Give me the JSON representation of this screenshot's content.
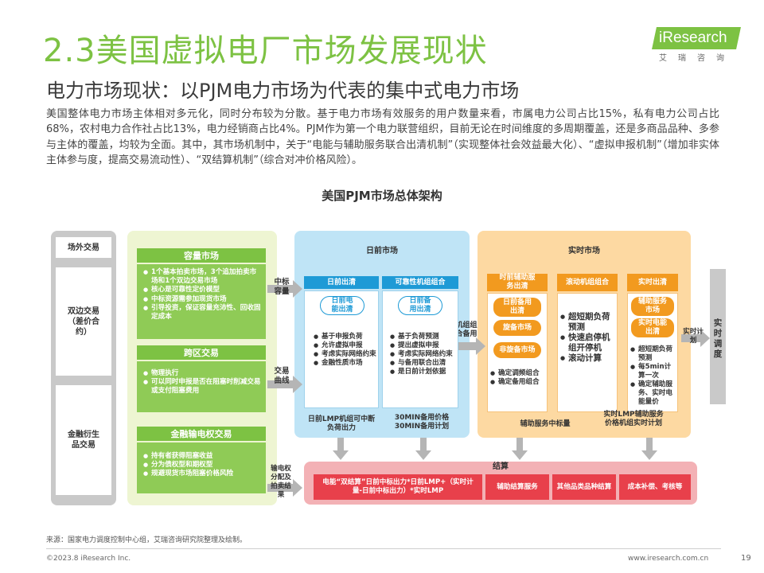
{
  "header": {
    "title": "2.3美国虚拟电厂市场发展现状",
    "subtitle": "电力市场现状：以PJM电力市场为代表的集中式电力市场",
    "intro": "美国整体电力市场主体相对多元化，同时分布较为分散。基于电力市场有效服务的用户数量来看，市属电力公司占比15%，私有电力公司占比68%，农村电力合作社占比13%，电力经销商占比4%。PJM作为第一个电力联营组织，目前无论在时间维度的多周期覆盖，还是多商品品种、多参与主体的覆盖，均较为全面。其中，其市场机制中，关于“电能与辅助服务联合出清机制”（实现整体社会效益最大化）、“虚拟申报机制”（增加非实体主体参与度，提高交易流动性）、“双结算机制”（综合对冲价格风险）。"
  },
  "logo": {
    "name": "iResearch",
    "sub": "艾瑞咨询"
  },
  "diagram": {
    "title": "美国PJM市场总体架构",
    "otc": {
      "header": "场外交易",
      "bilateral": "双边交易（差价合约）",
      "derivatives": "金融衍生品交易"
    },
    "capacity": {
      "header": "容量市场",
      "items": [
        "1个基本拍卖市场，3个追加拍卖市场和1个双边交易市场",
        "核心是可靠性定价模型",
        "中标资源需参加现货市场",
        "引导投资，保证容量充沛性、回收固定成本"
      ]
    },
    "cross_zone": {
      "header": "跨区交易",
      "items": [
        "物理执行",
        "可以同时申报是否在阻塞时削减交易或支付阻塞费用"
      ]
    },
    "ftr": {
      "header": "金融输电权交易",
      "items": [
        "持有者获得阻塞收益",
        "分为债权型和期权型",
        "规避现货市场阻塞价格风险"
      ]
    },
    "arrows": {
      "capacity": "中标容量",
      "curve": "交易曲线",
      "ftr": "输电权分配及拍卖结果",
      "unit": "机组组合备用",
      "rt_plan": "实时计划"
    },
    "day_ahead": {
      "header": "日前市场",
      "col1": {
        "header": "日前出清",
        "oval": "日前电能出清",
        "items": [
          "基于申报负荷",
          "允许虚拟申报",
          "考虑实际网络约束",
          "金融性质市场"
        ]
      },
      "col2": {
        "header": "可靠性机组组合",
        "oval": "日前备用出清",
        "items": [
          "基于负荷预测",
          "提出虚拟申报",
          "考虑实际网络约束",
          "与备用联合出清",
          "是日前计划依据"
        ]
      },
      "note1": "日前LMP机组可中断负荷出力",
      "note2": "30MIN备用价格30MIN备用计划"
    },
    "real_time": {
      "header": "实时市场",
      "col1": {
        "header": "时前辅助服务出清",
        "pills": [
          "日前备用出清",
          "旋备市场",
          "非旋备市场"
        ],
        "items": [
          "确定调频组合",
          "确定备用组合"
        ]
      },
      "col2": {
        "header": "滚动机组组合",
        "items": [
          "超短期负荷预测",
          "快速启停机组开停机",
          "滚动计算"
        ]
      },
      "col3": {
        "header": "实时出清",
        "pills": [
          "辅助服务市场",
          "实时电能出清"
        ],
        "items": [
          "超短期负荷预测",
          "每5min计算一次",
          "确定辅助服务、实时电能量价"
        ]
      },
      "note1": "辅助服务中标量",
      "note2": "实时LMP辅助服务价格机组实时计划"
    },
    "rt_dispatch": "实时调度",
    "settlement": {
      "header": "结算",
      "boxes": [
        "电能“双结算”日前中标出力*日前LMP+（实时计量-日前中标出力）*实时LMP",
        "辅助结算服务",
        "其他品类品种结算",
        "成本补偿、考核等"
      ]
    }
  },
  "footer": {
    "source": "来源：国家电力调度控制中心组，艾瑞咨询研究院整理及绘制。",
    "copyright": "©2023.8 iResearch Inc.",
    "url": "www.iresearch.com.cn",
    "page": "19"
  },
  "colors": {
    "brand_green": "#7dc243",
    "blue": "#1e9ad6",
    "orange": "#f29a1f",
    "red": "#e8404b"
  }
}
